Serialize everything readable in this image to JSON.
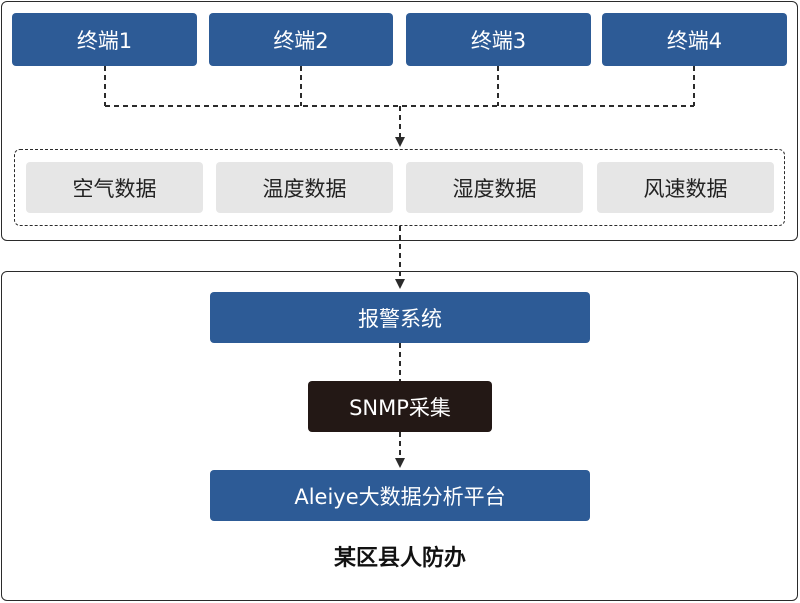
{
  "terminals": [
    "终端1",
    "终端2",
    "终端3",
    "终端4"
  ],
  "data_types": [
    "空气数据",
    "温度数据",
    "湿度数据",
    "风速数据"
  ],
  "alarm_system": "报警系统",
  "snmp": "SNMP采集",
  "platform": "Aleiye大数据分析平台",
  "org_label": "某区县人防办",
  "colors": {
    "blue": "#2d5b96",
    "gray": "#e6e6e6",
    "dark": "#231815",
    "line": "#2b2b2b"
  }
}
